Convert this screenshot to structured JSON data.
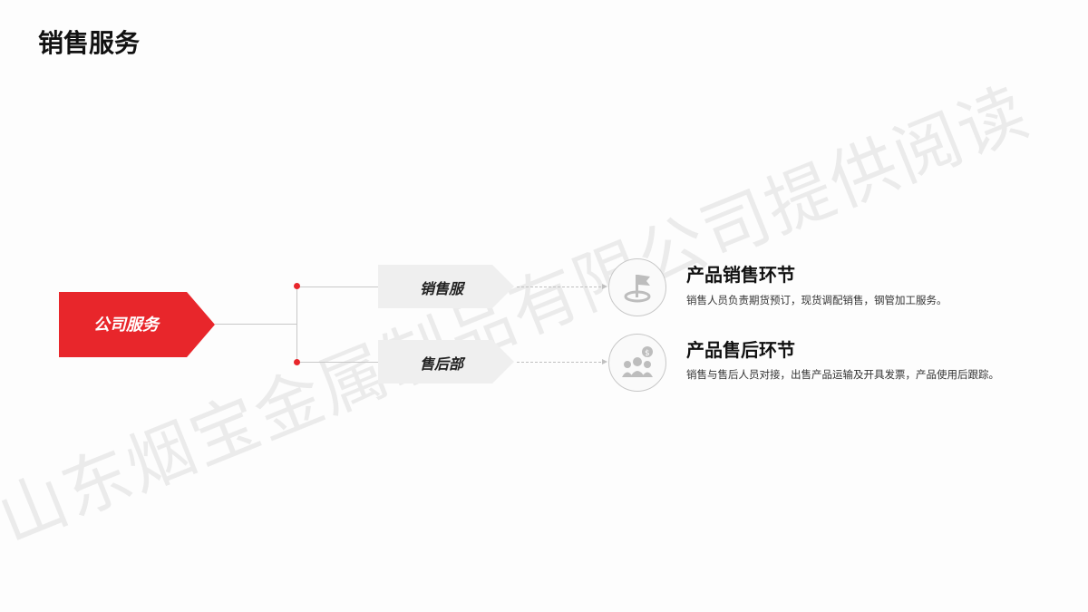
{
  "page": {
    "title": "销售服务",
    "watermark": "山东烟宝金属制品有限公司提供阅读"
  },
  "root": {
    "label": "公司服务"
  },
  "branches": [
    {
      "label": "销售服",
      "icon": "flag-icon",
      "heading": "产品销售环节",
      "desc": "销售人员负责期货预订，现货调配销售，钢管加工服务。"
    },
    {
      "label": "售后部",
      "icon": "people-money-icon",
      "heading": "产品售后环节",
      "desc": "销售与售后人员对接，出售产品运输及开具发票，产品使用后跟踪。"
    }
  ],
  "colors": {
    "accent": "#e8262b",
    "branch_bg": "#efefef",
    "icon": "#bdbdbd"
  }
}
